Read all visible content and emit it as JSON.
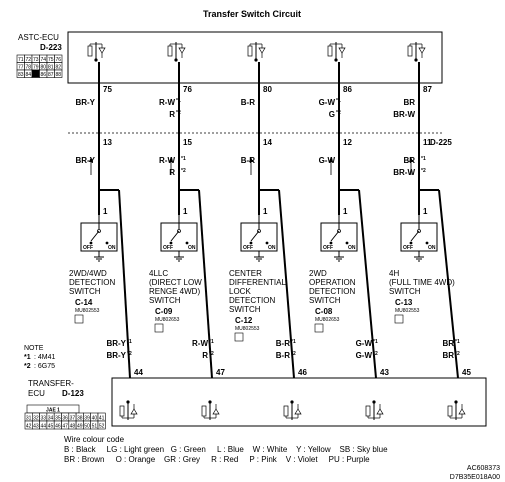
{
  "title": "Transfer Switch Circuit",
  "astc": {
    "name": "ASTC-ECU",
    "code": "D-223",
    "connector_grid": [
      [
        "71",
        "72",
        "73",
        "74",
        "75",
        "76"
      ],
      [
        "77",
        "78",
        "79",
        "80",
        "81",
        "82"
      ],
      [
        "83",
        "84",
        "",
        "86",
        "87",
        "88"
      ]
    ]
  },
  "transfer": {
    "name1": "TRANSFER-",
    "name2": "ECU",
    "code": "D-123",
    "connector_label": "JAE 1",
    "connector_grid": [
      [
        "31",
        "32",
        "33",
        "34",
        "35",
        "36",
        "37",
        "38",
        "39",
        "40",
        "41"
      ],
      [
        "42",
        "43",
        "44",
        "45",
        "46",
        "47",
        "48",
        "49",
        "50",
        "51",
        "52"
      ]
    ]
  },
  "columns": [
    {
      "ecu_pin": "75",
      "top_wire_1": "BR-Y",
      "top_wire_2": "",
      "joint_pin": "13",
      "mid_wire_1": "BR-Y",
      "mid_wire_2": "",
      "sw_pin": "1",
      "sw_name": [
        "2WD/4WD",
        "DETECTION",
        "SWITCH"
      ],
      "conn_code": "C-14",
      "conn_part": "MU802553",
      "bot_wire_1": "BR-Y",
      "bot_wire_2": "BR-Y",
      "tecu_pin": "44"
    },
    {
      "ecu_pin": "76",
      "top_wire_1": "R-W",
      "top_wire_2": "R",
      "joint_pin": "15",
      "mid_wire_1": "R-W",
      "mid_wire_2": "R",
      "sw_pin": "1",
      "sw_name": [
        "4LLC",
        "(DIRECT LOW",
        "RENGE 4WD)",
        "SWITCH"
      ],
      "conn_code": "C-09",
      "conn_part": "MU802653",
      "bot_wire_1": "R-W",
      "bot_wire_2": "R",
      "tecu_pin": "47"
    },
    {
      "ecu_pin": "80",
      "top_wire_1": "B-R",
      "top_wire_2": "",
      "joint_pin": "14",
      "mid_wire_1": "B-R",
      "mid_wire_2": "",
      "sw_pin": "1",
      "sw_name": [
        "CENTER",
        "DIFFERENTIAL",
        "LOCK",
        "DETECTION",
        "SWITCH"
      ],
      "conn_code": "C-12",
      "conn_part": "MU802553",
      "bot_wire_1": "B-R",
      "bot_wire_2": "B-R",
      "tecu_pin": "46"
    },
    {
      "ecu_pin": "86",
      "top_wire_1": "G-W",
      "top_wire_2": "G",
      "joint_pin": "12",
      "mid_wire_1": "G-W",
      "mid_wire_2": "",
      "sw_pin": "1",
      "sw_name": [
        "2WD",
        "OPERATION",
        "DETECTION",
        "SWITCH"
      ],
      "conn_code": "C-08",
      "conn_part": "MU802653",
      "bot_wire_1": "G-W",
      "bot_wire_2": "G-W",
      "tecu_pin": "43"
    },
    {
      "ecu_pin": "87",
      "top_wire_1": "BR",
      "top_wire_2": "BR-W",
      "joint_pin": "11",
      "mid_wire_1": "BR",
      "mid_wire_2": "BR-W",
      "sw_pin": "1",
      "sw_name": [
        "4H",
        "(FULL TIME 4WD)",
        "SWITCH"
      ],
      "conn_code": "C-13",
      "conn_part": "MU802553",
      "bot_wire_1": "BR",
      "bot_wire_2": "BR",
      "tecu_pin": "45"
    }
  ],
  "joint_connector": "D-225",
  "switch_off": "OFF",
  "switch_on": "ON",
  "star1": "*1",
  "star2": "*2",
  "note": {
    "title": "NOTE",
    "line1_mark": "*1",
    "line1_text": ": 4M41",
    "line2_mark": "*2",
    "line2_text": ": 6G75"
  },
  "wire_code": {
    "title": "Wire colour code",
    "row1": "B : Black     LG : Light green   G : Green     L : Blue    W : White    Y : Yellow    SB : Sky blue",
    "row2": "BR : Brown     O : Orange    GR : Grey     R : Red     P : Pink    V : Violet     PU : Purple"
  },
  "ref_code_1": "AC608373",
  "ref_code_2": "D7B35E018A00"
}
